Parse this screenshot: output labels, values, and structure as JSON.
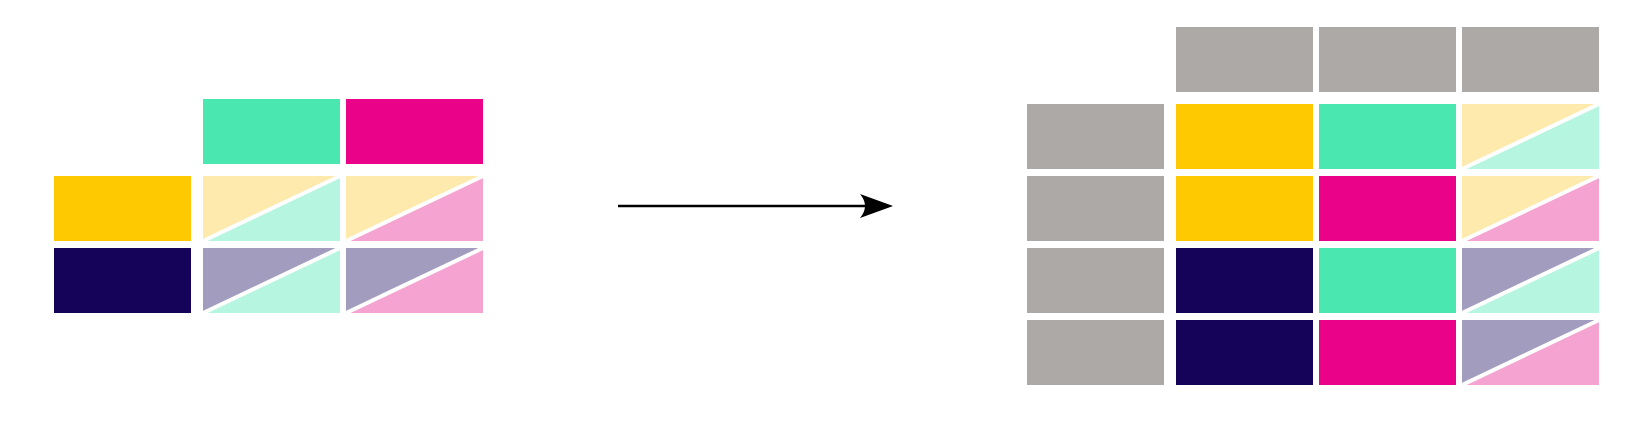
{
  "colors": {
    "yellow": "#FFC900",
    "navy": "#150259",
    "green": "#4AE8B0",
    "magenta": "#EA0389",
    "gray": "#ADA9A7",
    "light_yellow": "#FFEAAD",
    "light_green": "#B6F5DF",
    "light_purple": "#A29DBF",
    "light_pink": "#F5A3D1",
    "arrow": "#000000"
  },
  "left_grid": {
    "columns": [
      {
        "id": "green",
        "color": "green"
      },
      {
        "id": "magenta",
        "color": "magenta"
      }
    ],
    "rows": [
      {
        "id": "yellow",
        "color": "yellow"
      },
      {
        "id": "navy",
        "color": "navy"
      }
    ],
    "cells": [
      [
        "light_yellow",
        "light_green"
      ],
      [
        "light_yellow",
        "light_pink"
      ],
      [
        "light_purple",
        "light_green"
      ],
      [
        "light_purple",
        "light_pink"
      ]
    ]
  },
  "arrow": {
    "direction": "right",
    "icon": "arrow-right-icon"
  },
  "right_table": {
    "header_color": "gray",
    "row_label_color": "gray",
    "rows": [
      [
        "yellow",
        "green",
        {
          "split": [
            "light_yellow",
            "light_green"
          ]
        }
      ],
      [
        "yellow",
        "magenta",
        {
          "split": [
            "light_yellow",
            "light_pink"
          ]
        }
      ],
      [
        "navy",
        "green",
        {
          "split": [
            "light_purple",
            "light_green"
          ]
        }
      ],
      [
        "navy",
        "magenta",
        {
          "split": [
            "light_purple",
            "light_pink"
          ]
        }
      ]
    ]
  }
}
